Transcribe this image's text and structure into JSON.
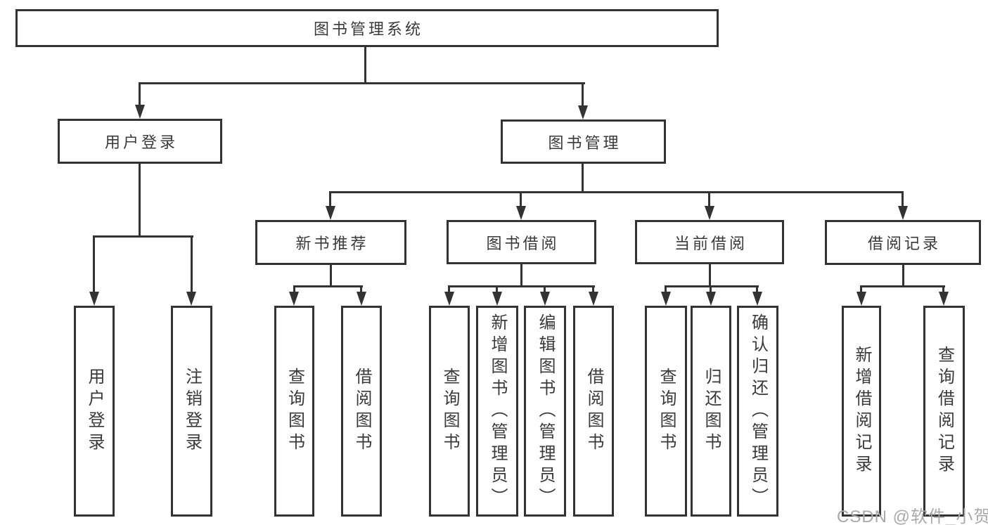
{
  "tree": {
    "label": "图书管理系统",
    "children": [
      {
        "label": "用户登录",
        "children": [
          {
            "label": "用户登录"
          },
          {
            "label": "注销登录"
          }
        ]
      },
      {
        "label": "图书管理",
        "children": [
          {
            "label": "新书推荐",
            "children": [
              {
                "label": "查询图书"
              },
              {
                "label": "借阅图书"
              }
            ]
          },
          {
            "label": "图书借阅",
            "children": [
              {
                "label": "查询图书"
              },
              {
                "label": "新增图书（管理员）"
              },
              {
                "label": "编辑图书（管理员）"
              },
              {
                "label": "借阅图书"
              }
            ]
          },
          {
            "label": "当前借阅",
            "children": [
              {
                "label": "查询图书"
              },
              {
                "label": "归还图书"
              },
              {
                "label": "确认归还（管理员）"
              }
            ]
          },
          {
            "label": "借阅记录",
            "children": [
              {
                "label": "新增借阅记录"
              },
              {
                "label": "查询借阅记录"
              }
            ]
          }
        ]
      }
    ]
  },
  "watermark": "CSDN @软件_小贺同学",
  "colors": {
    "line": "#333333",
    "text": "#3a3a3a",
    "watermark": "#a9a9a9",
    "background": "#ffffff"
  }
}
